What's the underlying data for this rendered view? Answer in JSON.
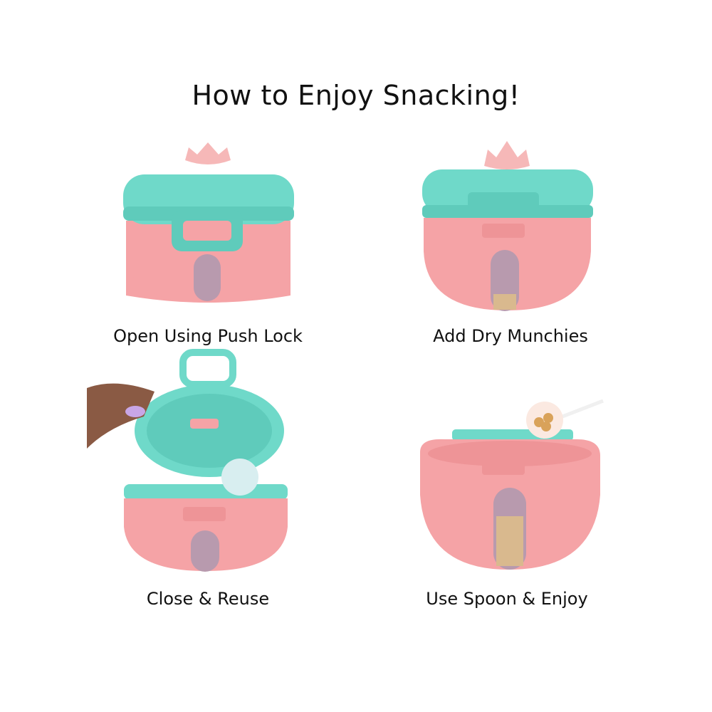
{
  "title": "How to Enjoy Snacking!",
  "steps": [
    {
      "caption": "Open Using Push Lock"
    },
    {
      "caption": "Add Dry Munchies"
    },
    {
      "caption": "Close & Reuse"
    },
    {
      "caption": "Use Spoon & Enjoy"
    }
  ],
  "colors": {
    "teal": "#6fd9c9",
    "pink": "#f5a3a6",
    "window": "#b89aae",
    "crown": "#f6b8b8"
  }
}
